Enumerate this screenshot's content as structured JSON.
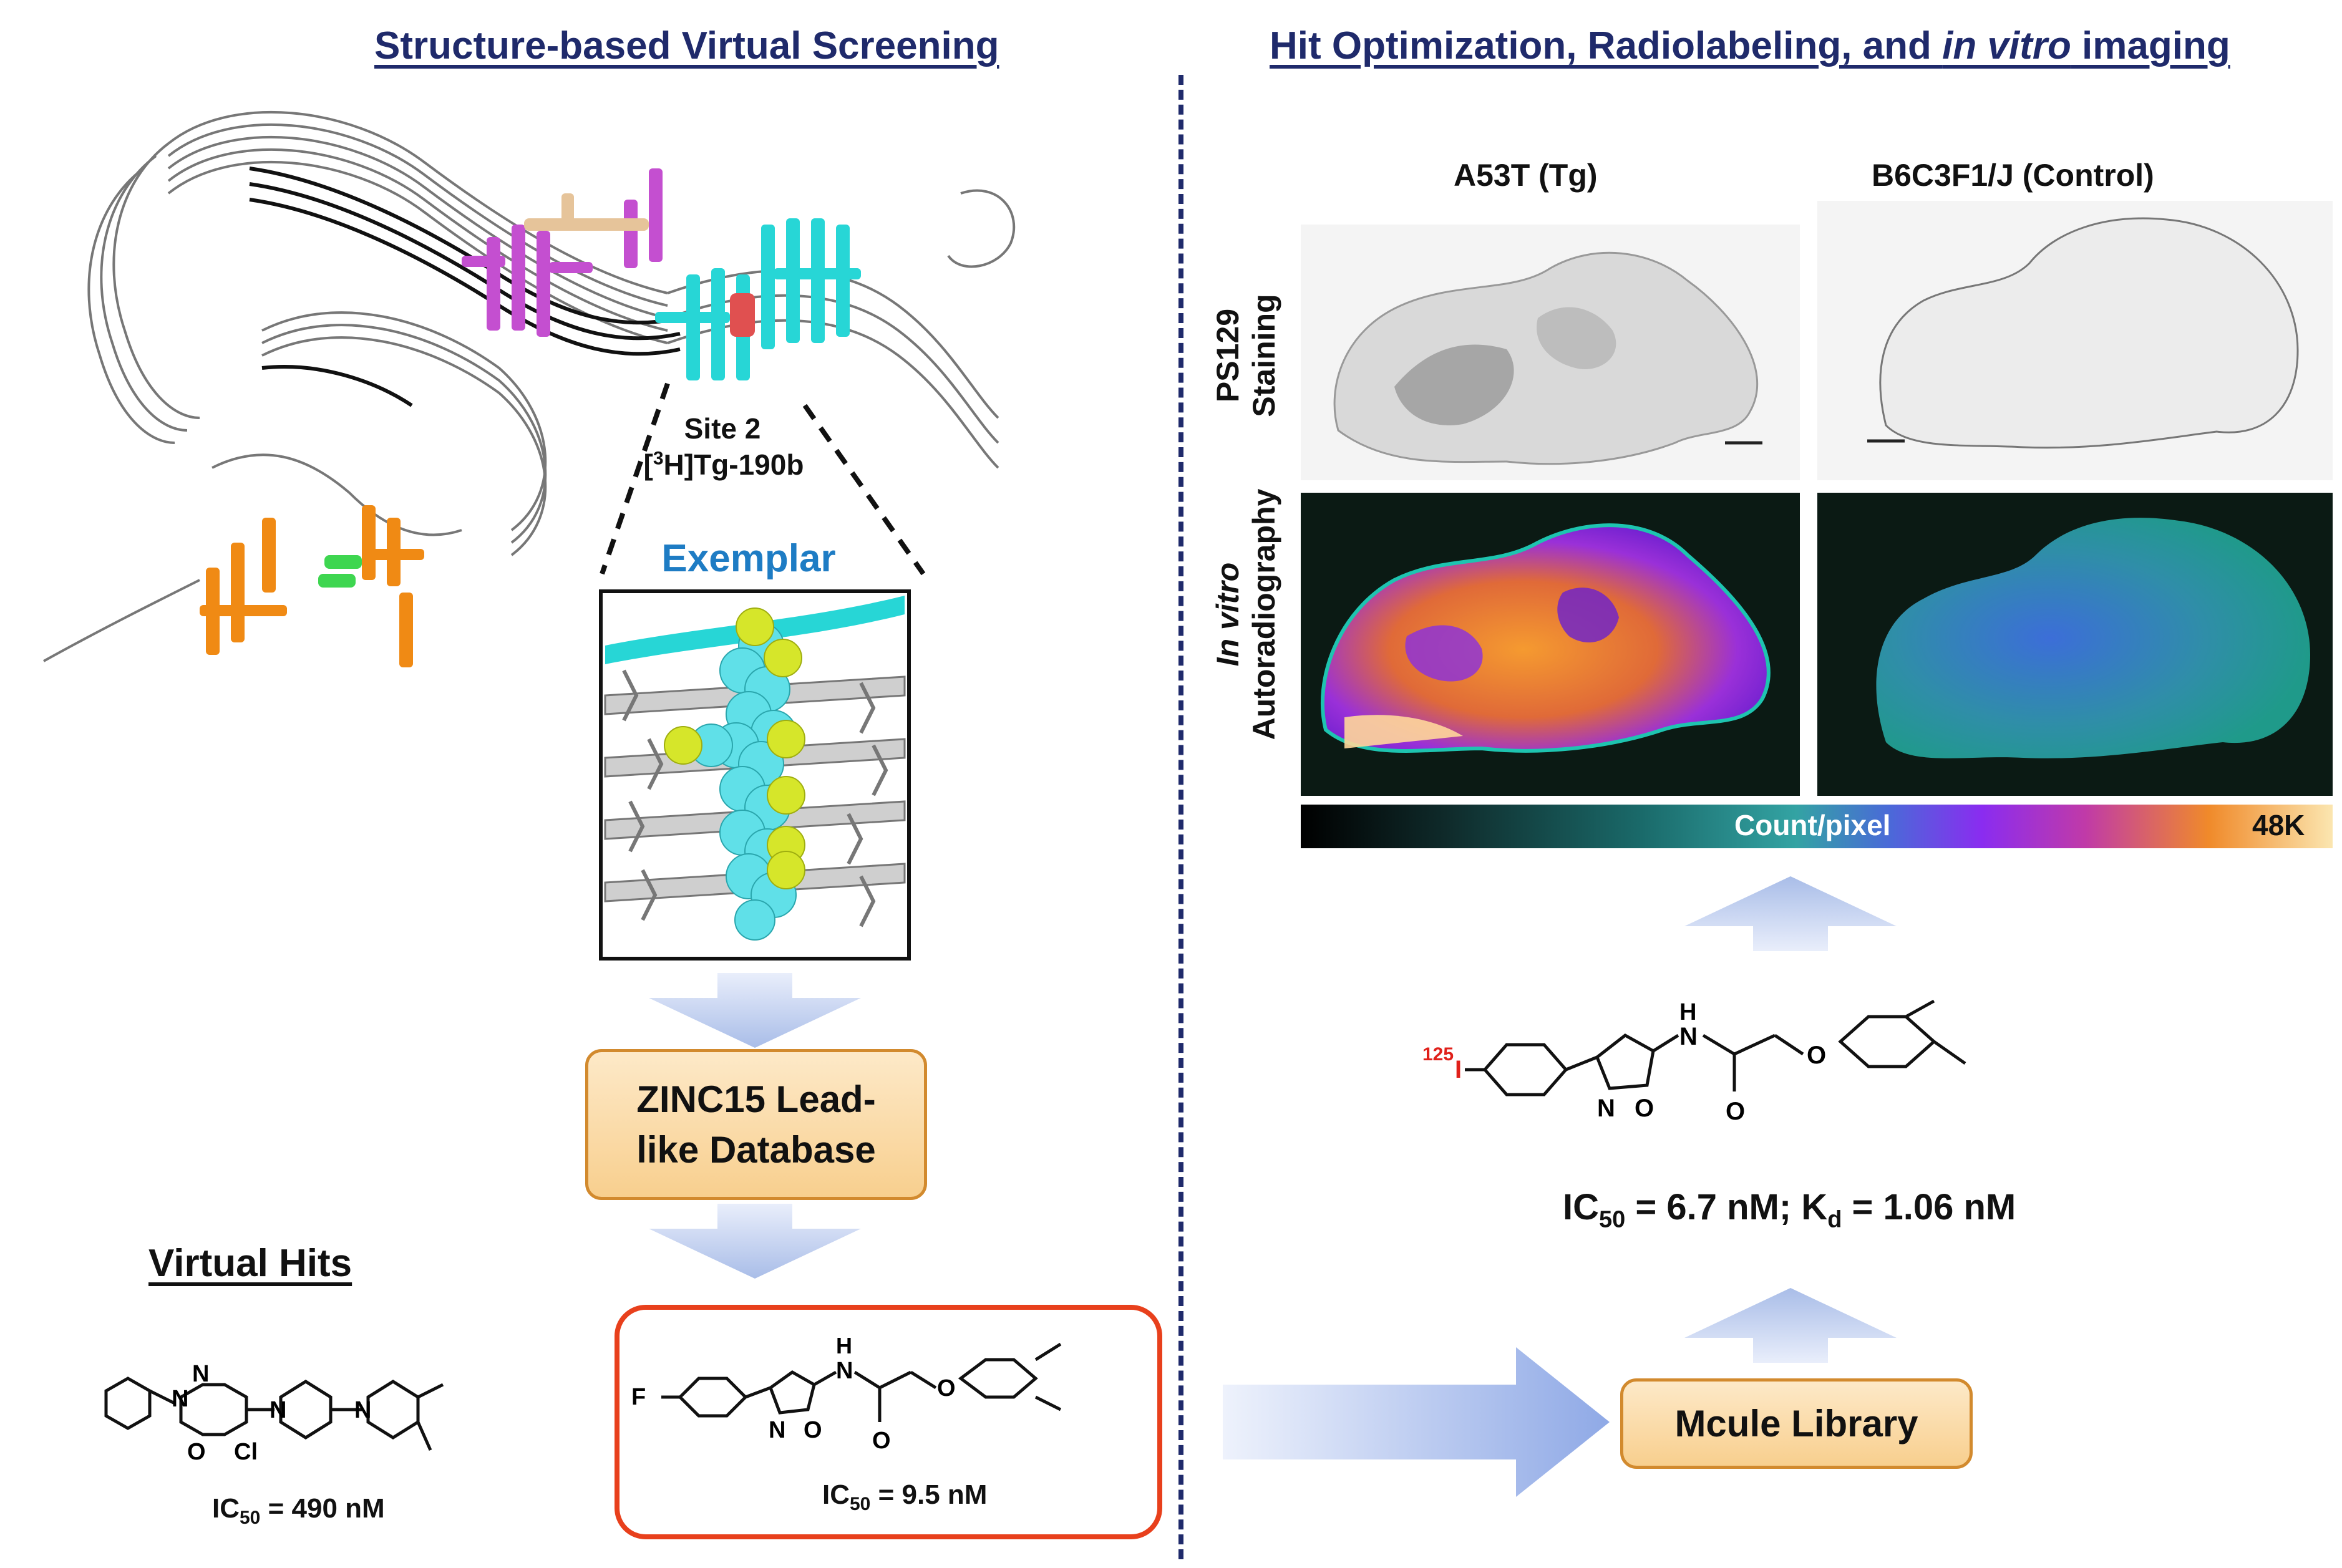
{
  "left": {
    "title": "Structure-based Virtual Screening",
    "site_label_1": "Site 2",
    "site_label_2_sup": "3",
    "site_label_2_pre": "[",
    "site_label_2_post": "H]Tg-190b",
    "exemplar": "Exemplar",
    "zinc_box_line1": "ZINC15 Lead-",
    "zinc_box_line2": "like Database",
    "virtual_hits": "Virtual Hits",
    "hit1": {
      "ic50_prefix": "IC",
      "ic50_sub": "50",
      "ic50_value": " = 490 nM",
      "atoms": {
        "n1": "N",
        "n2": "N",
        "o": "O",
        "cl": "Cl",
        "n3": "N",
        "n4": "N"
      }
    },
    "hit2": {
      "ic50_prefix": "IC",
      "ic50_sub": "50",
      "ic50_value": " = 9.5 nM",
      "atoms": {
        "f": "F",
        "nh_h": "H",
        "nh_n": "N",
        "n": "N",
        "o_ring": "O",
        "o_carbonyl": "O",
        "o_ether": "O"
      }
    }
  },
  "right": {
    "title_pre": "Hit Optimization, Radiolabeling, and ",
    "title_italic": "in vitro",
    "title_post": " imaging",
    "col1_label": "A53T (Tg)",
    "col2_label": "B6C3F1/J (Control)",
    "row1_label_1": "PS129",
    "row1_label_2": "Staining",
    "row2_label_1": "In vitro",
    "row2_label_2": "Autoradiography",
    "colorbar_label": "Count/pixel",
    "colorbar_max": "48K",
    "compound": {
      "iodine_mass": "125",
      "iodine": "I",
      "atoms": {
        "nh_h": "H",
        "nh_n": "N",
        "n": "N",
        "o_ring": "O",
        "o_carbonyl": "O",
        "o_ether": "O"
      },
      "ic50_prefix": "IC",
      "ic50_sub": "50",
      "ic50_value": " = 6.7 nM; K",
      "kd_sub": "d",
      "kd_value": " = 1.06 nM"
    },
    "mcule_box": "Mcule Library"
  },
  "colors": {
    "title": "#1f2a6b",
    "box_border_orange": "#d28a2e",
    "hit_highlight_border": "#e8401c",
    "arrow": "#a9bde8",
    "magenta": "#c44fd0",
    "cyan": "#27d6d6",
    "orange": "#f08a14",
    "iodine_red": "#e0201a"
  },
  "icons": [
    "protein-ribbon",
    "sphere-model",
    "brain-section",
    "autoradiograph",
    "colorbar",
    "block-arrow"
  ]
}
